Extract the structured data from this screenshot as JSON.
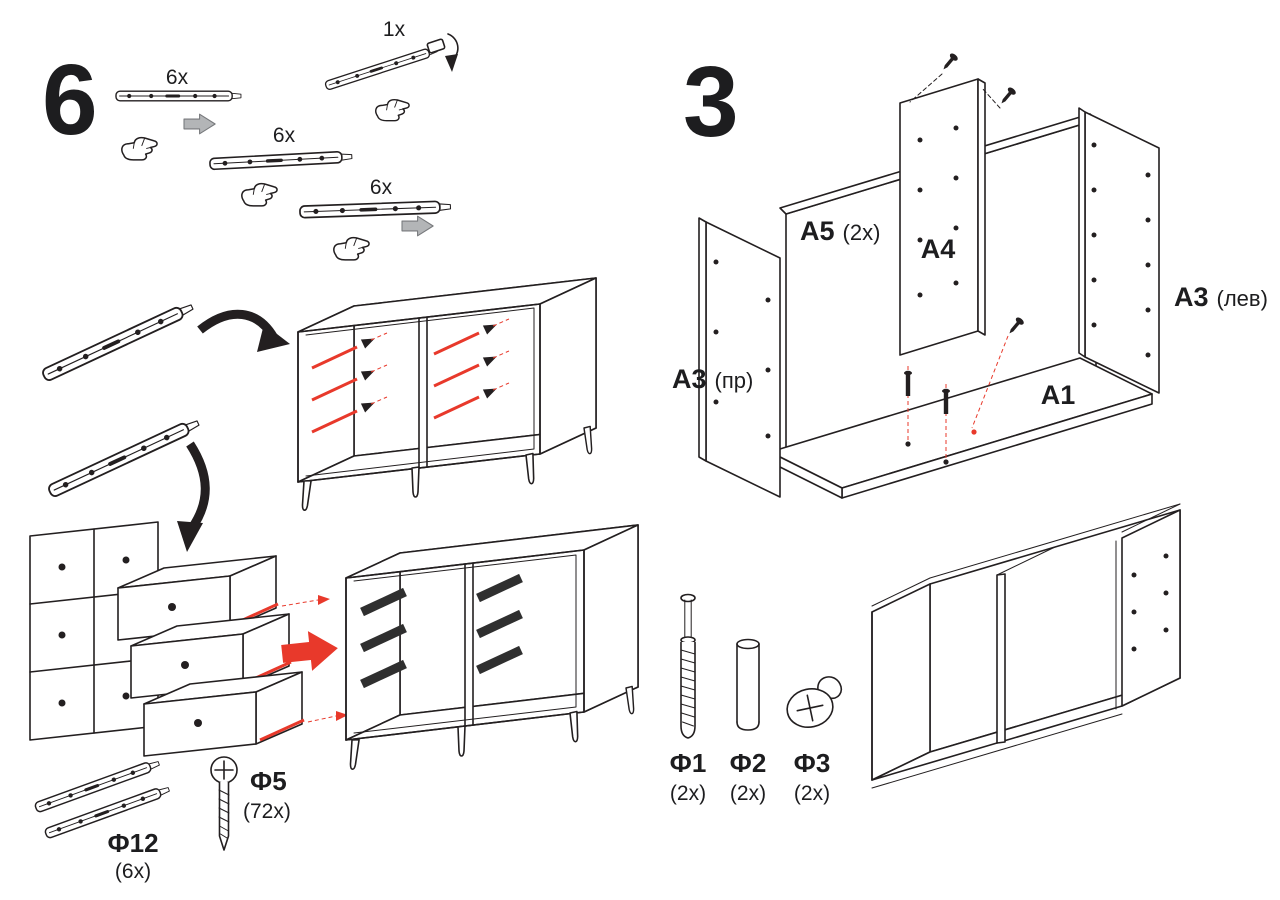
{
  "document": {
    "type": "furniture-assembly-instruction-sheet",
    "background": "#ffffff"
  },
  "colors": {
    "line": "#231f20",
    "accent_red": "#e8392b",
    "arrow_gray": "#b3b5b7"
  },
  "step6": {
    "number": "6",
    "quantities": {
      "rail_top": "6x",
      "rail_middle": "6x",
      "rail_bottom": "6x",
      "lock_detail": "1x"
    },
    "parts": {
      "f12": {
        "name": "Ф12",
        "qty": "(6x)"
      },
      "f5": {
        "name": "Ф5",
        "qty": "(72x)"
      }
    }
  },
  "step3": {
    "number": "3",
    "panels": {
      "a5": {
        "name": "A5",
        "qty": "(2x)"
      },
      "a4": {
        "name": "A4"
      },
      "a3_left": {
        "name": "A3",
        "side": "(лев)"
      },
      "a3_right": {
        "name": "A3",
        "side": "(пр)"
      },
      "a1": {
        "name": "A1"
      }
    },
    "hardware": [
      {
        "name": "Ф1",
        "qty": "(2x)"
      },
      {
        "name": "Ф2",
        "qty": "(2x)"
      },
      {
        "name": "Ф3",
        "qty": "(2x)"
      }
    ]
  }
}
